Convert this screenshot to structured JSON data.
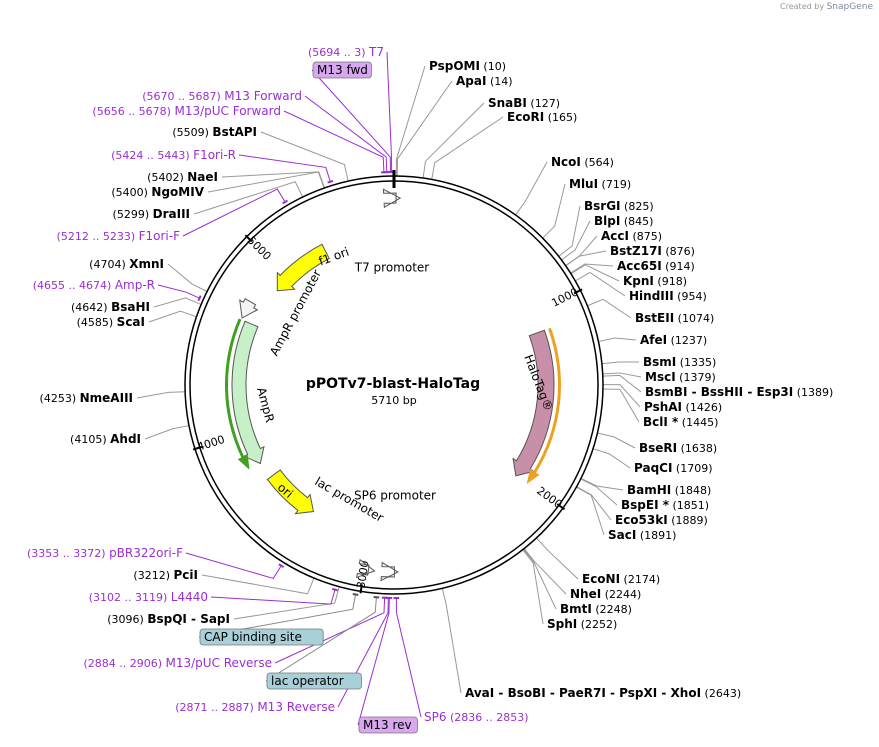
{
  "credit": {
    "prefix": "Created by",
    "brand": "SnapGene"
  },
  "plasmid": {
    "name": "pPOTv7-blast-HaloTag",
    "size": "5710 bp"
  },
  "ticks": [
    {
      "label": "1000",
      "bp": 1000
    },
    {
      "label": "2000",
      "bp": 2000
    },
    {
      "label": "3000",
      "bp": 3000
    },
    {
      "label": "4000",
      "bp": 4000
    },
    {
      "label": "5000",
      "bp": 5000
    }
  ],
  "features": [
    {
      "name": "HaloTag®",
      "start": 1110,
      "end": 2010,
      "dir": 1,
      "color": "#c890a8",
      "label_on_arrow": true
    },
    {
      "name": "AmpR",
      "start": 3800,
      "end": 4650,
      "dir": -1,
      "color": "#c8f0c8",
      "label_inside": true
    },
    {
      "name": "AmpR promoter",
      "start": 4660,
      "end": 4760,
      "dir": -1,
      "color": "#f4f4f4",
      "label_inside": true
    },
    {
      "name": "f1 ori",
      "start": 4900,
      "end": 5280,
      "dir": -1,
      "color": "#ffff00",
      "label_on_arrow": true
    },
    {
      "name": "ori",
      "start": 3370,
      "end": 3700,
      "dir": -1,
      "color": "#ffff00",
      "label_on_arrow": true
    },
    {
      "name": "T7 promoter",
      "start": 10,
      "end": 30,
      "dir": 1,
      "color": "#f4f4f4",
      "label_inside": true
    },
    {
      "name": "SP6 promoter",
      "start": 2836,
      "end": 2853,
      "dir": -1,
      "color": "#f4f4f4",
      "label_inside": true
    },
    {
      "name": "lac promoter",
      "start": 2950,
      "end": 2980,
      "dir": -1,
      "color": "#f4f4f4",
      "label_inside": true
    }
  ],
  "enzymes": [
    {
      "name": "PspOMI",
      "pos": "(10)",
      "bp": 10
    },
    {
      "name": "ApaI",
      "pos": "(14)",
      "bp": 14
    },
    {
      "name": "SnaBI",
      "pos": "(127)",
      "bp": 127
    },
    {
      "name": "EcoRI",
      "pos": "(165)",
      "bp": 165
    },
    {
      "name": "NcoI",
      "pos": "(564)",
      "bp": 564
    },
    {
      "name": "MluI",
      "pos": "(719)",
      "bp": 719
    },
    {
      "name": "BsrGI",
      "pos": "(825)",
      "bp": 825
    },
    {
      "name": "BlpI",
      "pos": "(845)",
      "bp": 845
    },
    {
      "name": "AccI",
      "pos": "(875)",
      "bp": 875
    },
    {
      "name": "BstZ17I",
      "pos": "(876)",
      "bp": 876
    },
    {
      "name": "Acc65I",
      "pos": "(914)",
      "bp": 914
    },
    {
      "name": "KpnI",
      "pos": "(918)",
      "bp": 918
    },
    {
      "name": "HindIII",
      "pos": "(954)",
      "bp": 954
    },
    {
      "name": "BstEII",
      "pos": "(1074)",
      "bp": 1074
    },
    {
      "name": "AfeI",
      "pos": "(1237)",
      "bp": 1237
    },
    {
      "name": "BsmI",
      "pos": "(1335)",
      "bp": 1335
    },
    {
      "name": "MscI",
      "pos": "(1379)",
      "bp": 1379
    },
    {
      "name": "BsmBI - BssHII - Esp3I",
      "pos": "(1389)",
      "bp": 1389
    },
    {
      "name": "PshAI",
      "pos": "(1426)",
      "bp": 1426
    },
    {
      "name": "BclI *",
      "pos": "(1445)",
      "bp": 1445
    },
    {
      "name": "BseRI",
      "pos": "(1638)",
      "bp": 1638
    },
    {
      "name": "PaqCI",
      "pos": "(1709)",
      "bp": 1709
    },
    {
      "name": "BamHI",
      "pos": "(1848)",
      "bp": 1848
    },
    {
      "name": "BspEI *",
      "pos": "(1851)",
      "bp": 1851
    },
    {
      "name": "Eco53kI",
      "pos": "(1889)",
      "bp": 1889
    },
    {
      "name": "SacI",
      "pos": "(1891)",
      "bp": 1891
    },
    {
      "name": "EcoNI",
      "pos": "(2174)",
      "bp": 2174
    },
    {
      "name": "NheI",
      "pos": "(2244)",
      "bp": 2244
    },
    {
      "name": "BmtI",
      "pos": "(2248)",
      "bp": 2248
    },
    {
      "name": "SphI",
      "pos": "(2252)",
      "bp": 2252
    },
    {
      "name": "AvaI - BsoBI - PaeR7I - PspXI - XhoI",
      "pos": "(2643)",
      "bp": 2643
    },
    {
      "name": "BspQI - SapI",
      "pos": "(3096)",
      "bp": 3096
    },
    {
      "name": "PciI",
      "pos": "(3212)",
      "bp": 3212
    },
    {
      "name": "AhdI",
      "pos": "(4105)",
      "bp": 4105
    },
    {
      "name": "NmeAIII",
      "pos": "(4253)",
      "bp": 4253
    },
    {
      "name": "ScaI",
      "pos": "(4585)",
      "bp": 4585
    },
    {
      "name": "BsaHI",
      "pos": "(4642)",
      "bp": 4642
    },
    {
      "name": "XmnI",
      "pos": "(4704)",
      "bp": 4704
    },
    {
      "name": "DraIII",
      "pos": "(5299)",
      "bp": 5299
    },
    {
      "name": "NgoMIV",
      "pos": "(5400)",
      "bp": 5400
    },
    {
      "name": "NaeI",
      "pos": "(5402)",
      "bp": 5402
    },
    {
      "name": "BstAPI",
      "pos": "(5509)",
      "bp": 5509
    }
  ],
  "primers": [
    {
      "name": "T7",
      "pos": "(5694 .. 3)",
      "bp": 5700
    },
    {
      "name": "M13 fwd",
      "pos": "",
      "bp": 5695,
      "boxed": true
    },
    {
      "name": "M13 Forward",
      "pos": "(5670 .. 5687)",
      "bp": 5679
    },
    {
      "name": "M13/pUC Forward",
      "pos": "(5656 .. 5678)",
      "bp": 5667
    },
    {
      "name": "F1ori-R",
      "pos": "(5424 .. 5443)",
      "bp": 5434
    },
    {
      "name": "F1ori-F",
      "pos": "(5212 .. 5233)",
      "bp": 5222
    },
    {
      "name": "Amp-R",
      "pos": "(4655 .. 4674)",
      "bp": 4664
    },
    {
      "name": "pBR322ori-F",
      "pos": "(3353 .. 3372)",
      "bp": 3362
    },
    {
      "name": "L4440",
      "pos": "(3102 .. 3119)",
      "bp": 3110
    },
    {
      "name": "CAP binding site",
      "pos": "",
      "bp": 3020,
      "boxed": true,
      "teal": true
    },
    {
      "name": "M13/pUC Reverse",
      "pos": "(2884 .. 2906)",
      "bp": 2895
    },
    {
      "name": "lac operator",
      "pos": "",
      "bp": 2930,
      "boxed": true,
      "teal": true
    },
    {
      "name": "M13 Reverse",
      "pos": "(2871 .. 2887)",
      "bp": 2879
    },
    {
      "name": "M13 rev",
      "pos": "",
      "bp": 2875,
      "boxed": true
    },
    {
      "name": "SP6",
      "pos": "(2836 .. 2853)",
      "bp": 2845
    }
  ],
  "colors": {
    "primer": "#9a2fd0",
    "box_purple": "#d9a6f0",
    "box_teal": "#a8d0d8",
    "ring": "#000000"
  }
}
